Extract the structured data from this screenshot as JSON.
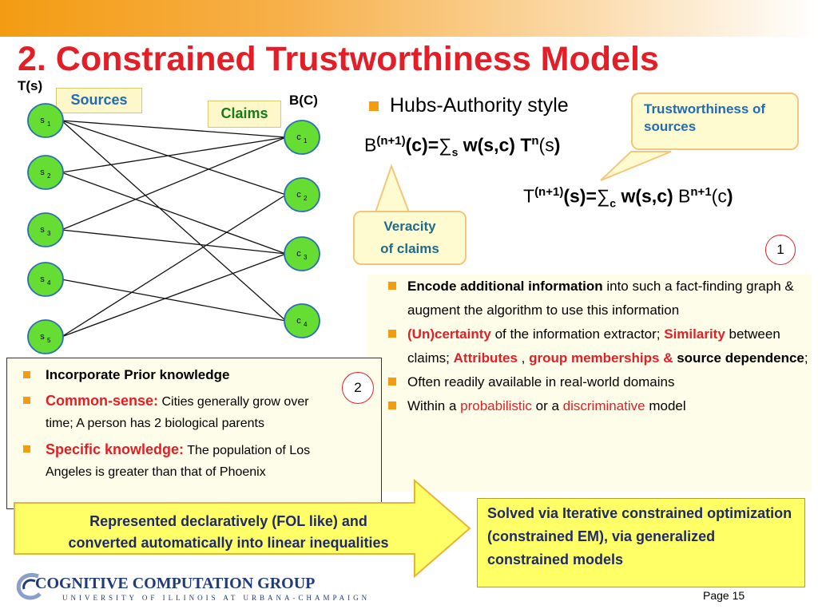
{
  "slide": {
    "title": "2. Constrained Trustworthiness Models",
    "page_label": "Page 15"
  },
  "graph": {
    "t_label": "T(s)",
    "b_label": "B(C)",
    "sources_tag": "Sources",
    "claims_tag": "Claims",
    "sources": [
      {
        "base": "s",
        "sub": "1"
      },
      {
        "base": "s",
        "sub": "2"
      },
      {
        "base": "s",
        "sub": "3"
      },
      {
        "base": "s",
        "sub": "4"
      },
      {
        "base": "s",
        "sub": "5"
      }
    ],
    "claims": [
      {
        "base": "c",
        "sub": "1"
      },
      {
        "base": "c",
        "sub": "2"
      },
      {
        "base": "c",
        "sub": "3"
      },
      {
        "base": "c",
        "sub": "4"
      }
    ],
    "edges": [
      [
        0,
        0
      ],
      [
        0,
        1
      ],
      [
        0,
        3
      ],
      [
        1,
        0
      ],
      [
        1,
        2
      ],
      [
        2,
        0
      ],
      [
        2,
        2
      ],
      [
        3,
        3
      ],
      [
        4,
        1
      ],
      [
        4,
        2
      ]
    ],
    "node_fill": "#66dd33",
    "node_stroke": "#2a6fb5"
  },
  "hubs": {
    "bullet": "Hubs-Authority style",
    "eq_b_lhs": "B",
    "eq_b_sup": "(n+1)",
    "eq_b_mid": "(c)=",
    "eq_b_sum": "∑",
    "eq_b_sub": "s",
    "eq_b_w": " w(s,c) T",
    "eq_b_sup2": "n",
    "eq_b_tail": "(s",
    "eq_b_close": ")",
    "eq_t_lhs": "T",
    "eq_t_sup": "(n+1)",
    "eq_t_mid": "(s)=",
    "eq_t_sum": "∑",
    "eq_t_sub": "c",
    "eq_t_w": " w(s,c) ",
    "eq_t_b": "B",
    "eq_t_sup2": "n+1",
    "eq_t_tail": "(c",
    "eq_t_close": ")"
  },
  "callouts": {
    "trust": "Trustworthiness of sources",
    "veracity_l1": "Veracity",
    "veracity_l2": "of claims"
  },
  "badges": {
    "one": "1",
    "two": "2"
  },
  "panel1": {
    "b1_bold": "Encode additional information",
    "b1_rest": " into such a fact-finding graph & augment the algorithm to use this information",
    "b2_red1": "(Un)certainty",
    "b2_t1": " of the information extractor; ",
    "b2_red2": "Similarity",
    "b2_t2": " between claims; ",
    "b2_red3": "Attributes",
    "b2_t3": " , ",
    "b2_red4": "group memberships & ",
    "b2_bold": "source dependence",
    "b2_t4": ";",
    "b3": "Often readily available in real-world domains",
    "b4_t1": "Within a ",
    "b4_red1": "probabilistic",
    "b4_t2": " or a ",
    "b4_red2": "discriminative",
    "b4_t3": " model"
  },
  "prior": {
    "b1": "Incorporate Prior knowledge",
    "b2_red": "Common-sense:",
    "b2_rest": " Cities generally grow over time; A person has 2 biological parents",
    "b3_red": "Specific knowledge:",
    "b3_rest": " The population of Los Angeles is greater than that of Phoenix"
  },
  "arrow": {
    "line1": "Represented declaratively (FOL like) and",
    "line2": "converted automatically into linear inequalities"
  },
  "solved": {
    "text": "Solved via Iterative constrained optimization (constrained EM), via generalized constrained models"
  },
  "logo": {
    "name": "COGNITIVE COMPUTATION GROUP",
    "sub": "UNIVERSITY OF ILLINOIS AT URBANA-CHAMPAIGN"
  },
  "colors": {
    "title_red": "#e41e26",
    "accent_orange": "#f39c12",
    "callout_blue": "#1f6bb5",
    "navy": "#1f2a6b",
    "yellow": "#ffff66"
  }
}
